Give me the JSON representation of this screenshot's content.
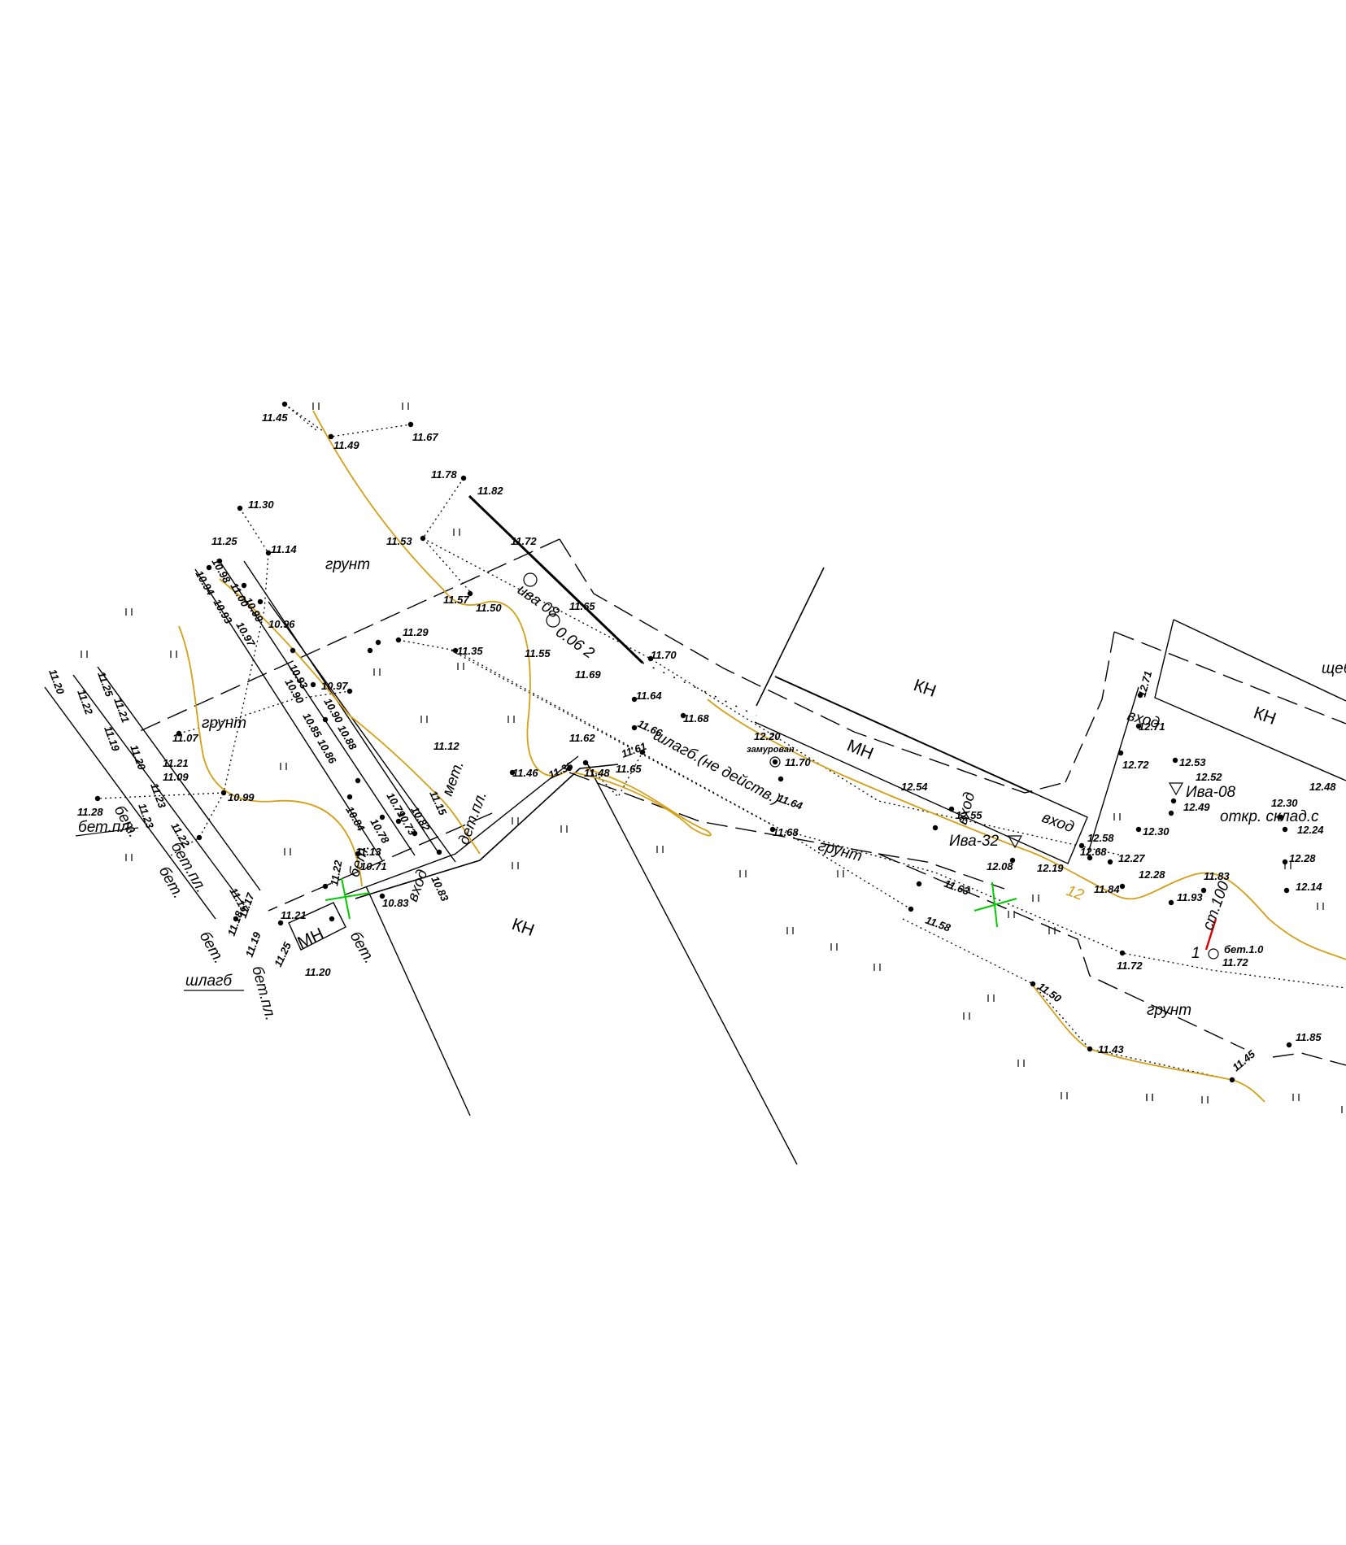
{
  "map_title": "",
  "colors": {
    "background": "#ffffff",
    "lines": "#000000",
    "contour": "#d4a017",
    "contour_label": "#d4a017",
    "cross_marker": "#00cc00",
    "pole_mark": "#e00000"
  },
  "spot_heights": {
    "h1145": "11.45",
    "h1149": "11.49",
    "h1167": "11.67",
    "h1178": "11.78",
    "h1182": "11.82",
    "h1130": "11.30",
    "h1125": "11.25",
    "h1114": "11.14",
    "h1153": "11.53",
    "h1172": "11.72",
    "h1157": "11.57",
    "h1150": "11.50",
    "h1165": "11.65",
    "h1155": "11.55",
    "h1169": "11.69",
    "h1170": "11.70",
    "h1164": "11.64",
    "h1166": "11.66",
    "h1168": "11.68",
    "h1129": "11.29",
    "h1135": "11.35",
    "h1097": "10.97",
    "h1112": "11.12",
    "h1146": "11.46",
    "h1162": "11.62",
    "h1161": "11.61",
    "h1165b": "11.65",
    "h1135b": "11.35",
    "h1148": "11.48",
    "h1220": "12.20",
    "h1170b": "11.70",
    "h1164b": "11.64",
    "h1168b": "11.68",
    "h1254": "12.54",
    "h1255": "12.55",
    "h1208": "12.08",
    "h1219": "12.19",
    "h1258": "12.58",
    "h1268": "12.68",
    "h1163": "11.63",
    "h1158": "11.58",
    "h1184": "11.84",
    "h1227": "12.27",
    "h1228": "12.28",
    "h1230": "12.30",
    "h1253": "12.53",
    "h1252": "12.52",
    "h1249": "12.49",
    "h1271": "12.71",
    "h1271b": "12.71",
    "h1272": "12.72",
    "h1248": "12.48",
    "h1230b": "12.30",
    "h1224": "12.24",
    "h1228b": "12.28",
    "h1214": "12.14",
    "h1193": "11.93",
    "h1183": "11.83",
    "h1172b": "11.72",
    "h1172c": "11.72",
    "h1150b": "11.50",
    "h1143": "11.43",
    "h1145b": "11.45",
    "h1185": "11.85",
    "h1107": "11.07",
    "h1121": "11.21",
    "h1109": "11.09",
    "h1122": "11.22",
    "h1099": "10.99",
    "h1128": "11.28",
    "h1121b": "11.21",
    "h1125b": "11.25",
    "h1120": "11.20",
    "h1122b": "11.22",
    "h1113": "11.13",
    "h1171": "10.71",
    "h1083": "10.83",
    "h1083b": "10.83",
    "h1115": "11.15",
    "h1094": "10.94",
    "h1098": "10.98",
    "h1100": "11.00",
    "h1093": "10.93",
    "h1099b": "10.99",
    "h1096": "10.96",
    "h1097b": "10.97",
    "h1093b": "10.93",
    "h1090": "10.90",
    "h1088": "10.88",
    "h1090b": "10.90",
    "h1085": "10.85",
    "h1086": "10.86",
    "h1084": "10.84",
    "h1079": "10.79",
    "h1078": "10.78",
    "h1073": "10.73",
    "h1082": "10.82",
    "h1115b": "11.15",
    "h1117": "11.17",
    "h1118": "11.18",
    "h1119": "11.19",
    "h1120b": "11.20",
    "h1125c": "11.25",
    "h1122c": "11.22",
    "h1121c": "11.21",
    "h1119b": "11.19",
    "h1120c": "11.20",
    "h1123": "11.23",
    "h1123b": "11.23"
  },
  "labels": {
    "grunt1": "грунт",
    "grunt2": "грунт",
    "grunt3": "грунт",
    "grunt4": "грунт",
    "kn1": "КН",
    "kn2": "КН",
    "kn3": "КН",
    "mn1": "МН",
    "mn2": "МН",
    "iva08": "ива 08",
    "dist": "0.06 2",
    "shlagb_ne": "шлагб.(не действ.)",
    "zamurovan": "замурован",
    "vhod1": "вход",
    "vhod2": "вход",
    "vhod3": "вход",
    "vhod4": "вход",
    "iva32": "Ива-32",
    "iva08b": "Ива-08",
    "otkr_sklad": "откр. склад.с",
    "shch": "щеб",
    "bet_pl1": "бет.пл.",
    "bet1": "бет.",
    "bet2": "бет.",
    "bet_pl2": "бет.пл.",
    "bet3": "бет.",
    "shlagb": "шлагб",
    "bet_pl3": "бет.пл.",
    "bet4": "бет.",
    "bet5": "бет.",
    "met": "мет.",
    "dest": "дет.пл.",
    "st100": "ст.100",
    "bet10": "бет.1.0",
    "one": "1",
    "contour12": "12"
  }
}
